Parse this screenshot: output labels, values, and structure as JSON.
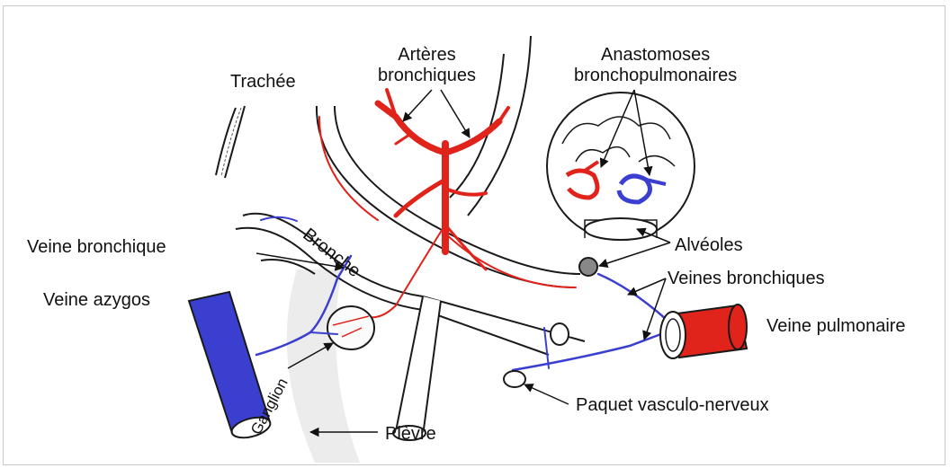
{
  "labels": {
    "trachee": "Trachée",
    "arteres": "Artères\nbronchiques",
    "anastomoses": "Anastomoses\nbronchopulmonaires",
    "veine_bronchique": "Veine bronchique",
    "bronche": "Bronche",
    "alveoles": "Alvéoles",
    "veine_azygos": "Veine azygos",
    "veines_bronchiques": "Veines bronchiques",
    "veine_pulmonaire": "Veine pulmonaire",
    "ganglion": "Ganglion",
    "paquet": "Paquet vasculo-nerveux",
    "plevre": "Plèvre"
  },
  "colors": {
    "artery": "#e0231b",
    "vein": "#3a3fd0",
    "outline": "#1a1a1a",
    "background": "#ffffff"
  }
}
